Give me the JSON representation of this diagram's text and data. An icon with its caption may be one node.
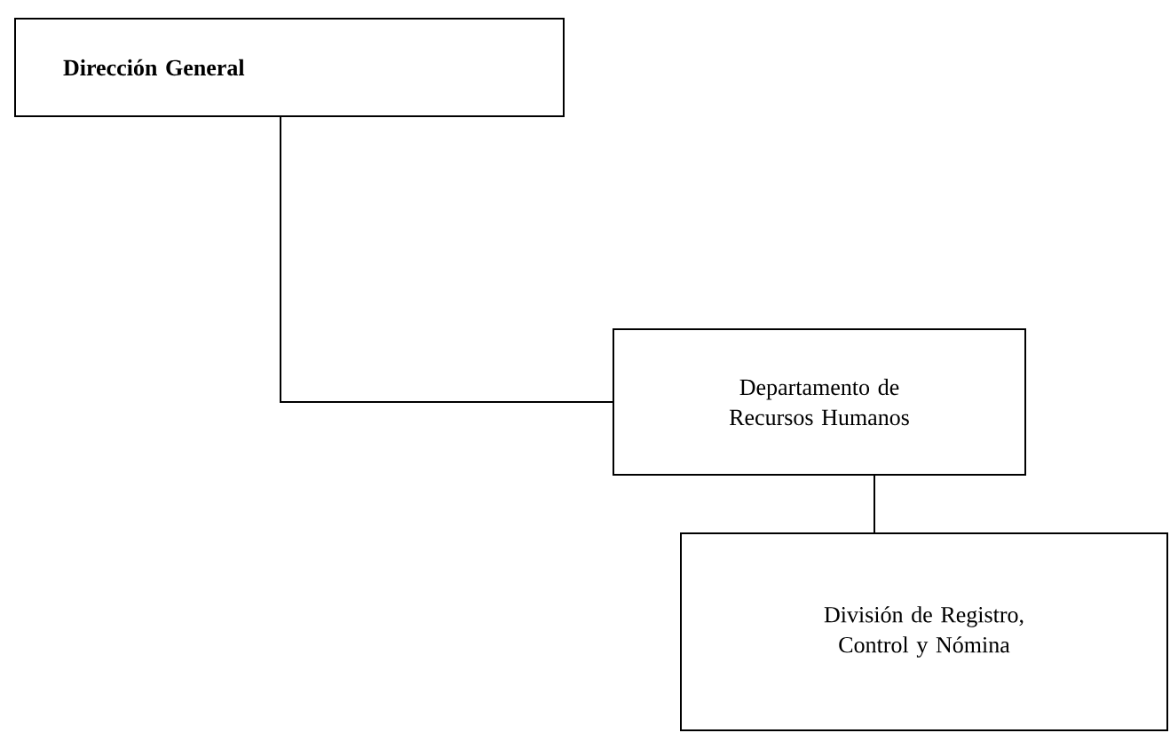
{
  "diagram": {
    "nodes": [
      {
        "text": [
          "**Dirección General**"
        ]
      },
      {
        "text": [
          "Departamento de Recursos Humanos"
        ]
      },
      {
        "text": [
          "División de Registro, Control y Nómina"
        ]
      }
    ],
    "edges": [
      {
        "from": 0,
        "to": 1,
        "arrow": "none"
      },
      {
        "from": 1,
        "to": 2,
        "arrow": "none"
      }
    ]
  }
}
